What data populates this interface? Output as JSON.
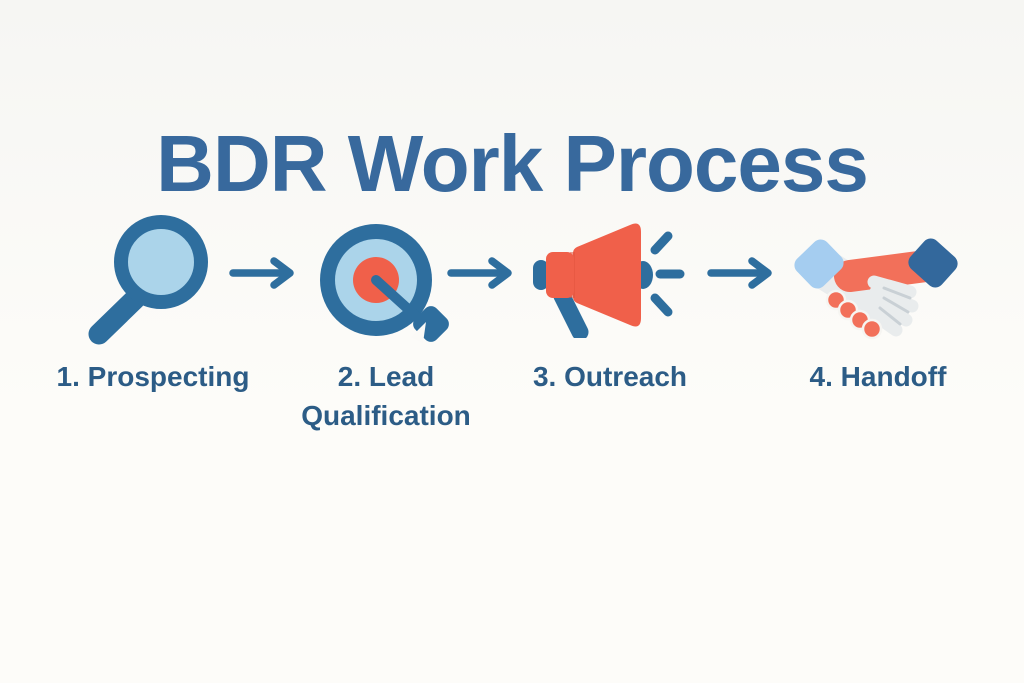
{
  "title": "BDR Work Process",
  "colors": {
    "background_top": "#f6f6f3",
    "background_bottom": "#fdfcf9",
    "title_blue": "#38699d",
    "label_blue": "#2c5c86",
    "icon_blue": "#2e6e9e",
    "icon_light_blue": "#abd4ea",
    "icon_orange": "#f0604a",
    "hand_orange": "#f2705a",
    "hand_white": "#e9eced",
    "hand_seam": "#c9d0d5",
    "cuff_light_blue": "#a5cdf0",
    "cuff_dark_blue": "#33689c"
  },
  "steps": [
    {
      "label": "1. Prospecting",
      "label_lines": [
        "1. Prospecting"
      ],
      "icon": "magnifier-icon"
    },
    {
      "label": "2. Lead Qualification",
      "label_lines": [
        "2. Lead",
        "Qualification"
      ],
      "icon": "target-dart-icon"
    },
    {
      "label": "3. Outreach",
      "label_lines": [
        "3. Outreach"
      ],
      "icon": "megaphone-icon"
    },
    {
      "label": "4. Handoff",
      "label_lines": [
        "4. Handoff"
      ],
      "icon": "handshake-icon"
    }
  ],
  "connectors": {
    "type": "right-arrow",
    "count": 3
  }
}
